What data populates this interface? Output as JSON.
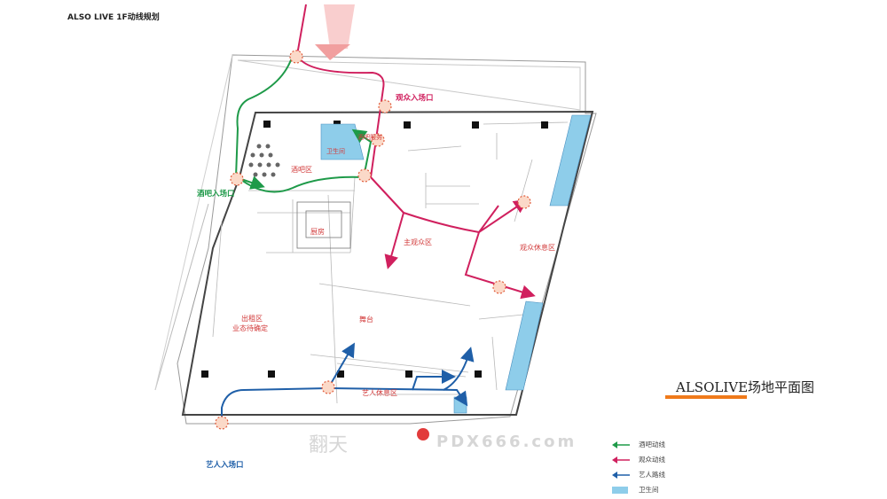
{
  "page_title": "ALSO LIVE 1F动线规划",
  "side_title": "ALSOLIVE场地平面图",
  "entrances": {
    "audience": "观众入场口",
    "bar": "酒吧入场口",
    "artist": "艺人入场口"
  },
  "zones": {
    "bar_area": "酒吧区",
    "kitchen": "厨房",
    "main_audience": "主观众区",
    "audience_lounge": "观众休息区",
    "stage": "舞台",
    "rent_area": "出租区",
    "rent_note": "业态待确定",
    "artist_lounge": "艺人休息区",
    "restroom": "卫生间",
    "bar_counter": "酒吧服务"
  },
  "legend": [
    {
      "label": "酒吧动线",
      "color": "#1e9a49",
      "kind": "arrow"
    },
    {
      "label": "观众动线",
      "color": "#d0205e",
      "kind": "arrow"
    },
    {
      "label": "艺人路线",
      "color": "#1f5fa8",
      "kind": "arrow"
    },
    {
      "label": "卫生间",
      "color": "#8ecdea",
      "kind": "box"
    }
  ],
  "watermark": "PDX666.com",
  "colors": {
    "bar_route": "#1e9a49",
    "audience_route": "#d0205e",
    "artist_route": "#1f5fa8",
    "restroom": "#8ecdea",
    "accent_bar": "#f07a1a"
  }
}
